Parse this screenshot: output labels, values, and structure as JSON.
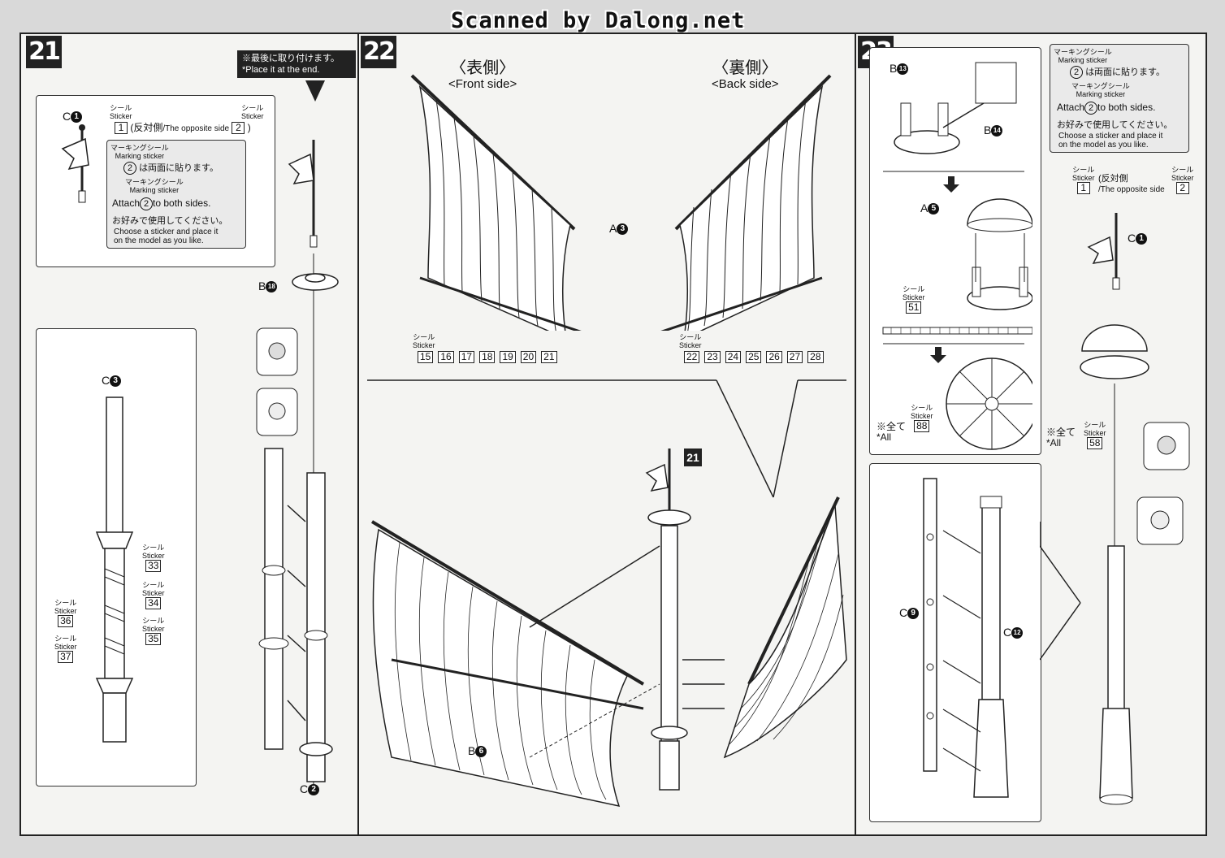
{
  "watermark": "Scanned by Dalong.net",
  "step21": {
    "number": "21",
    "note_jp": "※最後に取り付けます。",
    "note_en": "*Place it at the end.",
    "sticker_jp": "シール",
    "sticker_en": "Sticker",
    "num1": "1",
    "num2": "2",
    "opposite_jp": "(反対側",
    "opposite_en": "/The opposite side",
    "marking_jp": "マーキングシール",
    "marking_en": "Marking sticker",
    "both_sides_jp": "は両面に貼ります。",
    "attach_pre": "Attach",
    "attach_post": "to both sides.",
    "choose_jp": "お好みで使用してください。",
    "choose_en_1": "Choose a sticker and place it",
    "choose_en_2": "on the model as you like.",
    "part_c1": "C",
    "part_c1_num": "1",
    "part_b18": "B",
    "part_b18_num": "18",
    "part_c3": "C",
    "part_c3_num": "3",
    "part_c2": "C",
    "part_c2_num": "2",
    "stickers": [
      "33",
      "34",
      "35",
      "36",
      "37"
    ]
  },
  "step22": {
    "number": "22",
    "front_jp": "〈表側〉",
    "front_en": "<Front side>",
    "back_jp": "〈裏側〉",
    "back_en": "<Back side>",
    "part_a3": "A",
    "part_a3_num": "3",
    "part_b6": "B",
    "part_b6_num": "6",
    "ref_step": "21",
    "sticker_jp": "シール",
    "sticker_en": "Sticker",
    "front_stickers": [
      "15",
      "16",
      "17",
      "18",
      "19",
      "20",
      "21"
    ],
    "back_stickers": [
      "22",
      "23",
      "24",
      "25",
      "26",
      "27",
      "28"
    ]
  },
  "step23": {
    "number": "23",
    "part_b13": "B",
    "part_b13_num": "13",
    "part_b14": "B",
    "part_b14_num": "14",
    "part_a5": "A",
    "part_a5_num": "5",
    "part_c1": "C",
    "part_c1_num": "1",
    "part_c9": "C",
    "part_c9_num": "9",
    "part_c12": "C",
    "part_c12_num": "12",
    "sticker_jp": "シール",
    "sticker_en": "Sticker",
    "sticker_51": "51",
    "sticker_88": "88",
    "sticker_58": "58",
    "all_jp": "※全て",
    "all_en": "*All",
    "marking_jp": "マーキングシール",
    "marking_en": "Marking sticker",
    "both_sides_jp": "は両面に貼ります。",
    "attach_pre": "Attach",
    "attach_post": "to both sides.",
    "choose_jp": "お好みで使用してください。",
    "choose_en_1": "Choose a sticker and place it",
    "choose_en_2": "on the model as you like.",
    "num1": "1",
    "num2": "2",
    "opposite_jp": "(反対側",
    "opposite_en": "/The opposite side"
  }
}
